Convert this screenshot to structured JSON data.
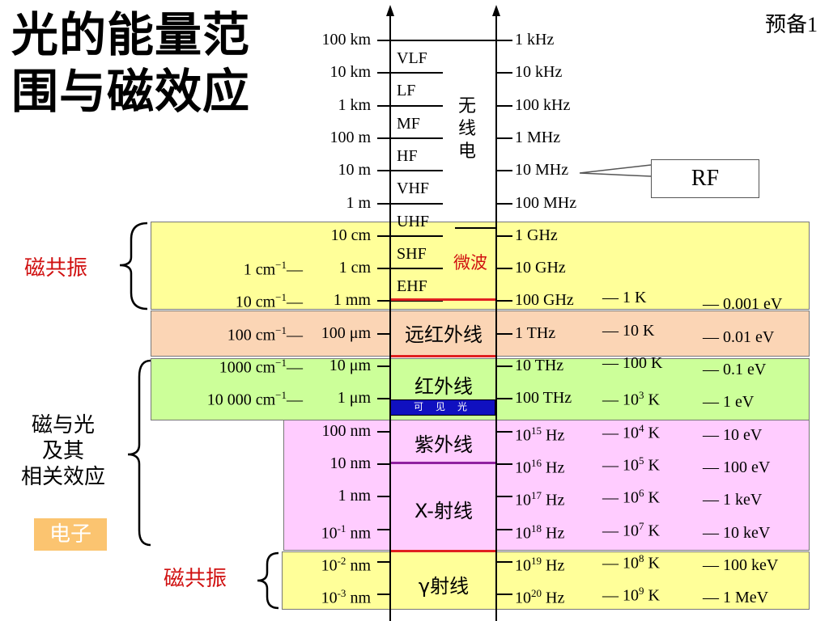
{
  "title_line1": "光的能量范",
  "title_line2": "围与磁效应",
  "corner_label": "预备1",
  "wavelength": [
    "100 km",
    "10 km",
    "1 km",
    "100 m",
    "10 m",
    "1 m",
    "10 cm",
    "1 cm",
    "1 mm",
    "100 μm",
    "10 μm",
    "1 μm",
    "100 nm",
    "10 nm",
    "1 nm"
  ],
  "wavelength_sup": [
    {
      "base": "10",
      "exp": "-1",
      "unit": " nm"
    },
    {
      "base": "10",
      "exp": "-2",
      "unit": " nm"
    },
    {
      "base": "10",
      "exp": "-3",
      "unit": " nm"
    }
  ],
  "wavenumber": [
    {
      "base": "1 cm",
      "exp": "−1",
      "tail": "—"
    },
    {
      "base": "10 cm",
      "exp": "−1",
      "tail": "—"
    },
    {
      "base": "100 cm",
      "exp": "−1",
      "tail": "—"
    },
    {
      "base": "1000 cm",
      "exp": "−1",
      "tail": "—"
    },
    {
      "base": "10 000 cm",
      "exp": "−1",
      "tail": "—"
    }
  ],
  "frequency": [
    "1 kHz",
    "10 kHz",
    "100 kHz",
    "1 MHz",
    "10 MHz",
    "100 MHz",
    "1 GHz",
    "10 GHz",
    "100 GHz",
    "1 THz",
    "10 THz",
    "100 THz"
  ],
  "frequency_sup": [
    {
      "base": "10",
      "exp": "15",
      "unit": " Hz"
    },
    {
      "base": "10",
      "exp": "16",
      "unit": " Hz"
    },
    {
      "base": "10",
      "exp": "17",
      "unit": " Hz"
    },
    {
      "base": "10",
      "exp": "18",
      "unit": " Hz"
    },
    {
      "base": "10",
      "exp": "19",
      "unit": " Hz"
    },
    {
      "base": "10",
      "exp": "20",
      "unit": " Hz"
    }
  ],
  "temperature": [
    "— 1 K",
    "— 10 K",
    "— 100 K"
  ],
  "temperature_sup": [
    {
      "pre": "— 10",
      "exp": "3",
      "unit": " K"
    },
    {
      "pre": "— 10",
      "exp": "4",
      "unit": " K"
    },
    {
      "pre": "— 10",
      "exp": "5",
      "unit": " K"
    },
    {
      "pre": "— 10",
      "exp": "6",
      "unit": " K"
    },
    {
      "pre": "— 10",
      "exp": "7",
      "unit": " K"
    },
    {
      "pre": "— 10",
      "exp": "8",
      "unit": " K"
    },
    {
      "pre": "— 10",
      "exp": "9",
      "unit": " K"
    }
  ],
  "energy": [
    "— 0.001 eV",
    "— 0.01 eV",
    "— 0.1 eV",
    "— 1 eV",
    "— 10 eV",
    "— 100 eV",
    "— 1 keV",
    "— 10 keV",
    "— 100 keV",
    "— 1 MeV"
  ],
  "radio_bands": [
    "VLF",
    "LF",
    "MF",
    "HF",
    "VHF",
    "UHF",
    "SHF",
    "EHF"
  ],
  "radio_label": [
    "无",
    "线",
    "电"
  ],
  "microwave_label": "微波",
  "far_ir_label": "远红外线",
  "ir_label": "红外线",
  "visible_label": "可 见 光",
  "uv_label": "紫外线",
  "xray_label": "X-射线",
  "gamma_label": "γ射线",
  "rf_label": "RF",
  "left_labels": {
    "nmr_top": "磁共振",
    "magneto_optic": [
      "磁与光",
      "及其",
      "相关效应"
    ],
    "electron": "电子",
    "nmr_bottom": "磁共振"
  },
  "colors": {
    "yellow": "#ffff99",
    "peach": "#fbd5b5",
    "green": "#ccff99",
    "pink": "#ffccff",
    "red_text": "#d01010",
    "visible_blue": "#1010c0",
    "electron_bg": "#fbc470"
  }
}
